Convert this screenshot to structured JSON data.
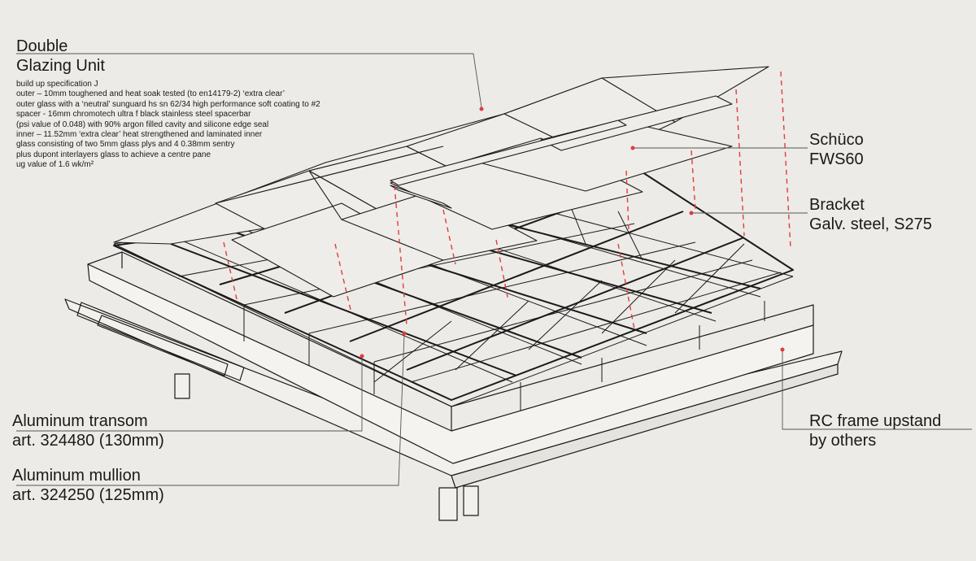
{
  "labels": {
    "dgu_title_1": "Double",
    "dgu_title_2": "Glazing Unit",
    "dgu_spec": [
      "build up specification J",
      "outer – 10mm toughened and heat soak tested (to en14179-2) ‘extra clear’",
      "outer glass with a ‘neutral’ sunguard hs sn 62/34 high performance soft coating to #2",
      "spacer - 16mm chromotech ultra f black stainless steel spacerbar",
      "(psi value of 0.048) with 90% argon filled cavity and silicone edge seal",
      "inner – 11.52mm ‘extra clear’ heat strengthened and laminated inner",
      "glass consisting of two 5mm glass plys and 4 0.38mm sentry",
      "plus dupont interlayers glass to achieve a centre pane",
      "ug value of 1.6 wk/m²"
    ],
    "schuco_1": "Schüco",
    "schuco_2": "FWS60",
    "bracket_1": "Bracket",
    "bracket_2": "Galv. steel, S275",
    "transom_1": "Aluminum transom",
    "transom_2": "art. 324480 (130mm)",
    "mullion_1": "Aluminum mullion",
    "mullion_2": "art. 324250 (125mm)",
    "rc_1": "RC frame upstand",
    "rc_2": "by others"
  },
  "colors": {
    "background": "#ecebe7",
    "linework": "#1a1a1a",
    "leader": "#555555",
    "dashed_projection": "#e23b3b"
  }
}
